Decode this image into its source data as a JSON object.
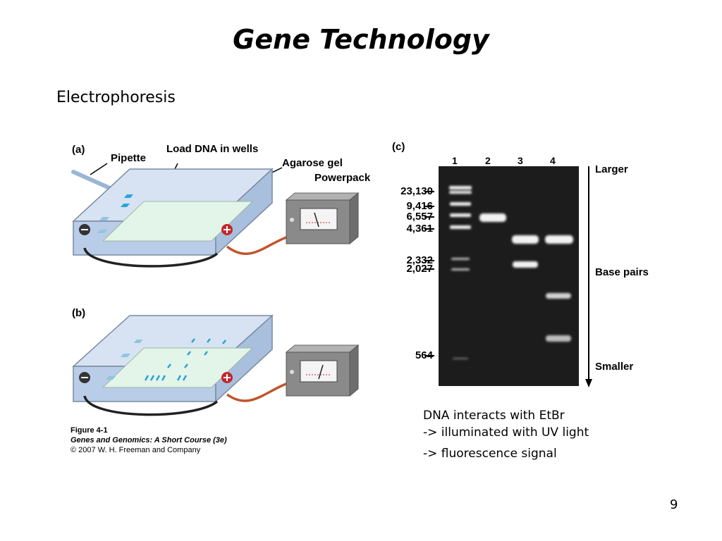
{
  "slide": {
    "title": "Gene Technology",
    "subtitle": "Electrophoresis",
    "number": "9"
  },
  "figure": {
    "panel_a_label": "(a)",
    "panel_b_label": "(b)",
    "panel_c_label": "(c)",
    "annotations": {
      "pipette": "Pipette",
      "load_dna": "Load DNA in wells",
      "agarose_gel": "Agarose gel",
      "powerpack": "Powerpack"
    },
    "caption": {
      "line1": "Figure 4-1",
      "line2": "Genes and Genomics: A Short Course (3e)",
      "line3": "© 2007 W. H. Freeman and Company"
    }
  },
  "gel": {
    "lane_numbers": [
      "1",
      "2",
      "3",
      "4"
    ],
    "size_markers": [
      "23,130",
      "9,416",
      "6,557",
      "4,361",
      "2,332",
      "2,027",
      "564"
    ],
    "side_labels": {
      "top": "Larger",
      "middle": "Base pairs",
      "bottom": "Smaller"
    }
  },
  "notes": {
    "line1": "DNA interacts with EtBr",
    "line2": "-> illuminated with UV light",
    "line3": "-> fluorescence signal"
  },
  "colors": {
    "buffer": "#c9d8ee",
    "gel": "#dff1e6",
    "dna": "#2aa3d6",
    "powerpack": "#8a8a8a",
    "cable": "#c0552b"
  }
}
